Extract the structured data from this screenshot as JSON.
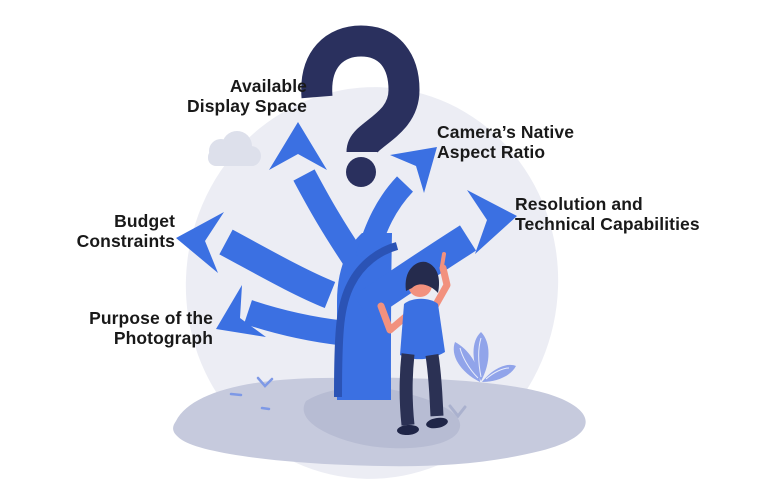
{
  "diagram": {
    "central_symbol": "question-mark",
    "factors": [
      {
        "line1": "Available",
        "line2": "Display Space"
      },
      {
        "line1": "Camera’s Native",
        "line2": "Aspect Ratio"
      },
      {
        "line1": "Budget",
        "line2": "Constraints"
      },
      {
        "line1": "Resolution and",
        "line2": "Technical Capabilities"
      },
      {
        "line1": "Purpose of the",
        "line2": "Photograph"
      }
    ],
    "colors": {
      "arrow_blue": "#3B70E2",
      "trunk_stripe_blue": "#2B53B5",
      "question_mark_navy": "#2A305E",
      "bubble_gray": "#ECEDF4",
      "cloud_gray": "#DDE0EB",
      "ground_lavender": "#C6CADD",
      "ground_shadow": "#B7BCD3",
      "skin_tone": "#F2917E",
      "plant_periwinkle": "#91A4EA",
      "label_text": "#191919"
    },
    "illustration_elements": [
      "question-mark-icon",
      "arrow-tree",
      "pointing-person",
      "cloud",
      "plant",
      "ground-shadow"
    ]
  }
}
